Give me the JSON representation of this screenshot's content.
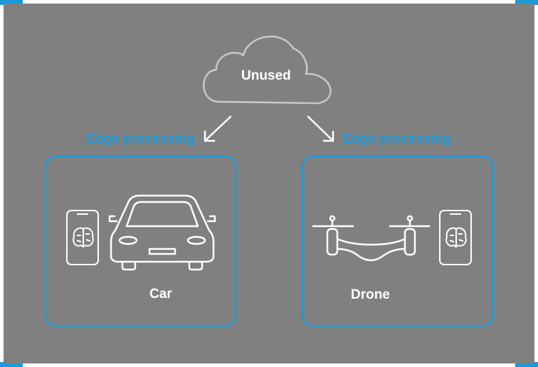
{
  "cloud": {
    "label": "Unused"
  },
  "edge_left": {
    "label": "Edge processing"
  },
  "edge_right": {
    "label": "Edge processing"
  },
  "car_box": {
    "label": "Car"
  },
  "drone_box": {
    "label": "Drone"
  },
  "colors": {
    "accent": "#1a9ad9",
    "background": "#808080",
    "line": "#ffffff",
    "cloud_outline": "#c8c8c8"
  },
  "icons": [
    "cloud-icon",
    "arrow-icon",
    "smartphone-brain-icon",
    "car-icon",
    "drone-icon"
  ]
}
